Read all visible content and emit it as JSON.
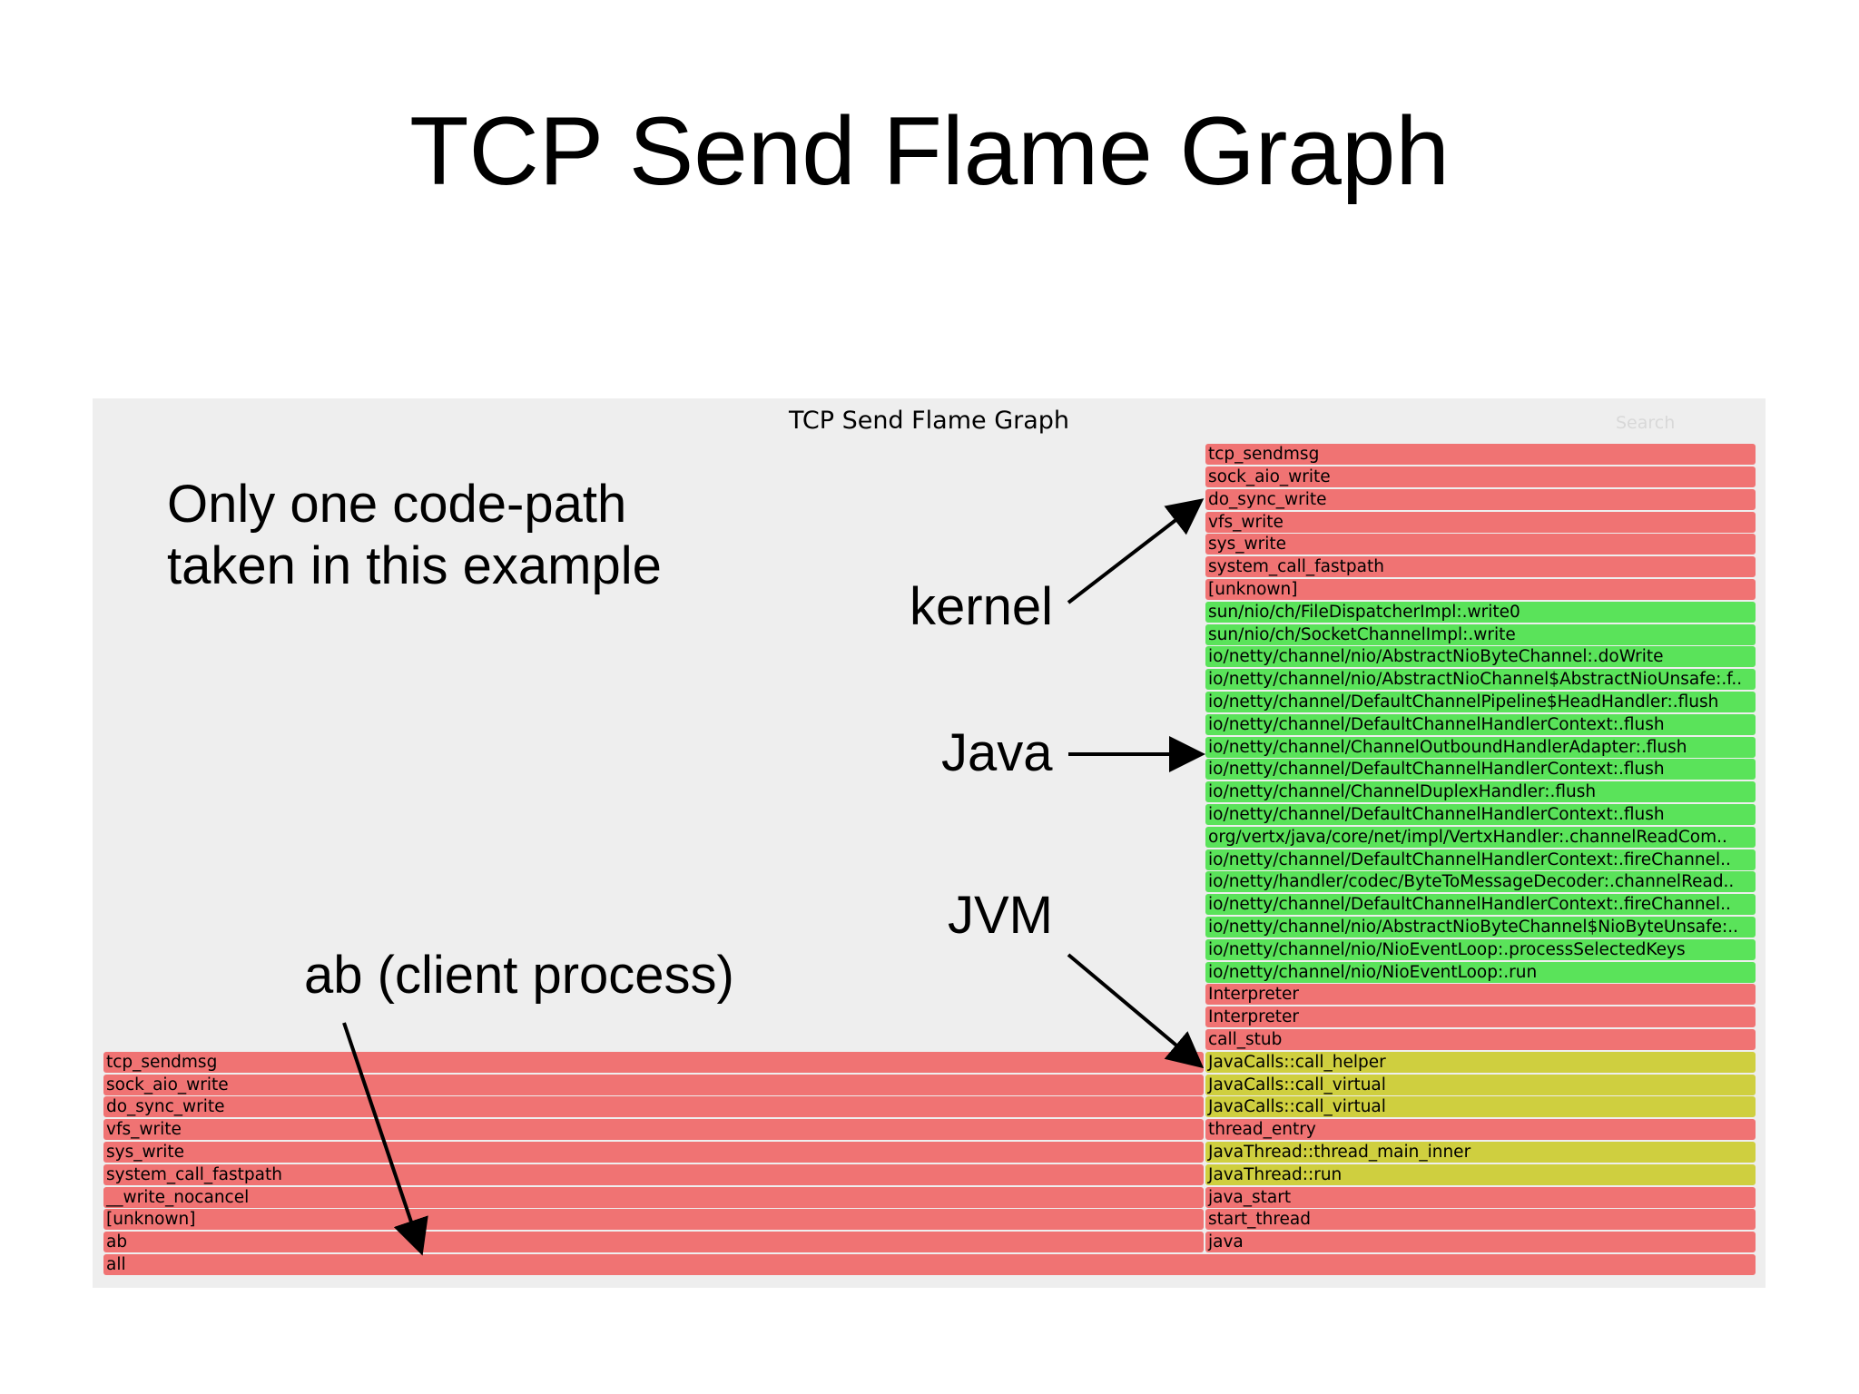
{
  "slide": {
    "title": "TCP Send Flame Graph"
  },
  "flamegraph": {
    "title": "TCP Send Flame Graph",
    "search_label": "Search",
    "colors": {
      "kernel": "#f07373",
      "java": "#5ae35a",
      "jvm": "#cfcf3f",
      "panel": "#eeeeee"
    },
    "left_stack": [
      {
        "name": "tcp_sendmsg",
        "type": "kernel"
      },
      {
        "name": "sock_aio_write",
        "type": "kernel"
      },
      {
        "name": "do_sync_write",
        "type": "kernel"
      },
      {
        "name": "vfs_write",
        "type": "kernel"
      },
      {
        "name": "sys_write",
        "type": "kernel"
      },
      {
        "name": "system_call_fastpath",
        "type": "kernel"
      },
      {
        "name": "__write_nocancel",
        "type": "kernel"
      },
      {
        "name": "[unknown]",
        "type": "kernel"
      },
      {
        "name": "ab",
        "type": "kernel"
      }
    ],
    "right_stack": [
      {
        "name": "tcp_sendmsg",
        "type": "kernel"
      },
      {
        "name": "sock_aio_write",
        "type": "kernel"
      },
      {
        "name": "do_sync_write",
        "type": "kernel"
      },
      {
        "name": "vfs_write",
        "type": "kernel"
      },
      {
        "name": "sys_write",
        "type": "kernel"
      },
      {
        "name": "system_call_fastpath",
        "type": "kernel"
      },
      {
        "name": "[unknown]",
        "type": "kernel"
      },
      {
        "name": "sun/nio/ch/FileDispatcherImpl:.write0",
        "type": "java"
      },
      {
        "name": "sun/nio/ch/SocketChannelImpl:.write",
        "type": "java"
      },
      {
        "name": "io/netty/channel/nio/AbstractNioByteChannel:.doWrite",
        "type": "java"
      },
      {
        "name": "io/netty/channel/nio/AbstractNioChannel$AbstractNioUnsafe:.f..",
        "type": "java"
      },
      {
        "name": "io/netty/channel/DefaultChannelPipeline$HeadHandler:.flush",
        "type": "java"
      },
      {
        "name": "io/netty/channel/DefaultChannelHandlerContext:.flush",
        "type": "java"
      },
      {
        "name": "io/netty/channel/ChannelOutboundHandlerAdapter:.flush",
        "type": "java"
      },
      {
        "name": "io/netty/channel/DefaultChannelHandlerContext:.flush",
        "type": "java"
      },
      {
        "name": "io/netty/channel/ChannelDuplexHandler:.flush",
        "type": "java"
      },
      {
        "name": "io/netty/channel/DefaultChannelHandlerContext:.flush",
        "type": "java"
      },
      {
        "name": "org/vertx/java/core/net/impl/VertxHandler:.channelReadCom..",
        "type": "java"
      },
      {
        "name": "io/netty/channel/DefaultChannelHandlerContext:.fireChannel..",
        "type": "java"
      },
      {
        "name": "io/netty/handler/codec/ByteToMessageDecoder:.channelRead..",
        "type": "java"
      },
      {
        "name": "io/netty/channel/DefaultChannelHandlerContext:.fireChannel..",
        "type": "java"
      },
      {
        "name": "io/netty/channel/nio/AbstractNioByteChannel$NioByteUnsafe:..",
        "type": "java"
      },
      {
        "name": "io/netty/channel/nio/NioEventLoop:.processSelectedKeys",
        "type": "java"
      },
      {
        "name": "io/netty/channel/nio/NioEventLoop:.run",
        "type": "java"
      },
      {
        "name": "Interpreter",
        "type": "kernel"
      },
      {
        "name": "Interpreter",
        "type": "kernel"
      },
      {
        "name": "call_stub",
        "type": "kernel"
      },
      {
        "name": "JavaCalls::call_helper",
        "type": "jvm"
      },
      {
        "name": "JavaCalls::call_virtual",
        "type": "jvm"
      },
      {
        "name": "JavaCalls::call_virtual",
        "type": "jvm"
      },
      {
        "name": "thread_entry",
        "type": "kernel"
      },
      {
        "name": "JavaThread::thread_main_inner",
        "type": "jvm"
      },
      {
        "name": "JavaThread::run",
        "type": "jvm"
      },
      {
        "name": "java_start",
        "type": "kernel"
      },
      {
        "name": "start_thread",
        "type": "kernel"
      },
      {
        "name": "java",
        "type": "kernel"
      }
    ],
    "root": {
      "name": "all",
      "type": "kernel"
    }
  },
  "annotations": {
    "note": "Only one code-path taken in this example",
    "kernel": "kernel",
    "java": "Java",
    "jvm": "JVM",
    "ab": "ab (client process)"
  }
}
